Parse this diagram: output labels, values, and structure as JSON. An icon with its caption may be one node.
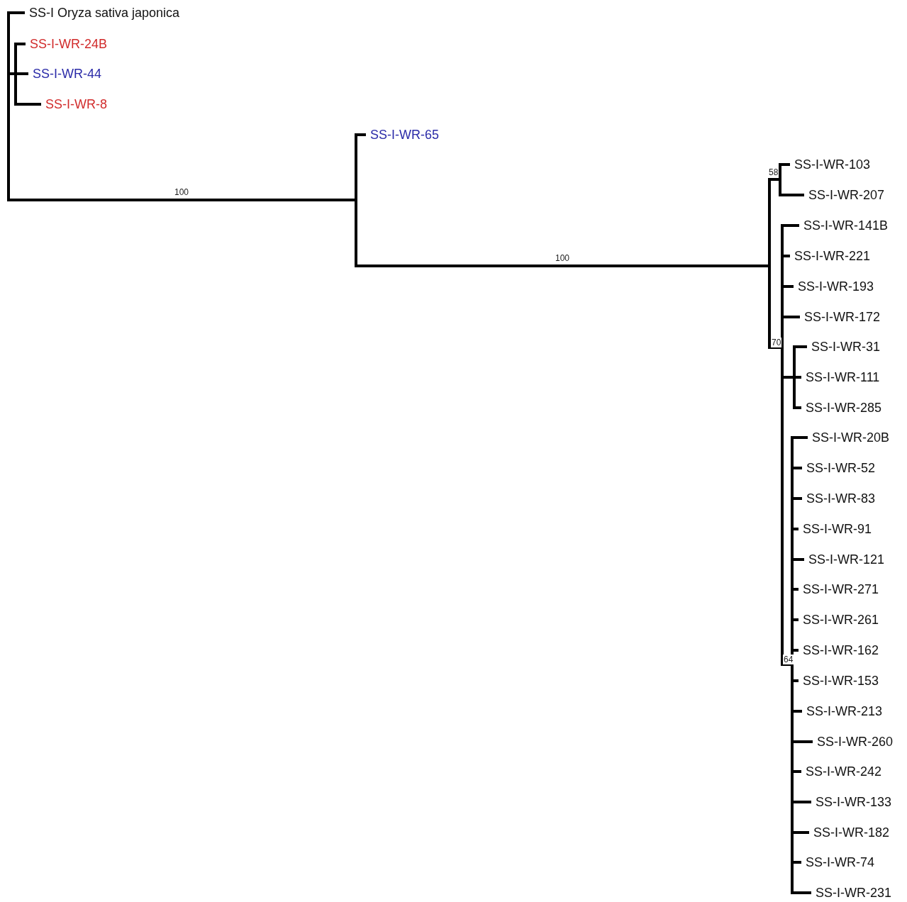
{
  "diagram": {
    "nodes": [
      {
        "text": [],
        "shape": "bar"
      },
      {
        "text": [
          "SS-I Oryza sativa japonica"
        ]
      },
      {
        "text": [],
        "shape": "bar"
      },
      {
        "text": [
          "SS-I-WR-24B"
        ]
      },
      {
        "text": [
          "SS-I-WR-44"
        ]
      },
      {
        "text": [
          "SS-I-WR-8"
        ]
      },
      {
        "text": [],
        "shape": "bar"
      },
      {
        "text": [
          "SS-I-WR-65"
        ]
      },
      {
        "text": [],
        "shape": "bar"
      },
      {
        "text": [],
        "shape": "bar"
      },
      {
        "text": [
          "SS-I-WR-103"
        ]
      },
      {
        "text": [
          "SS-I-WR-207"
        ]
      },
      {
        "text": [],
        "shape": "bar"
      },
      {
        "text": [
          "SS-I-WR-141B"
        ]
      },
      {
        "text": [
          "SS-I-WR-221"
        ]
      },
      {
        "text": [
          "SS-I-WR-193"
        ]
      },
      {
        "text": [
          "SS-I-WR-172"
        ]
      },
      {
        "text": [],
        "shape": "bar"
      },
      {
        "text": [
          "SS-I-WR-31"
        ]
      },
      {
        "text": [
          "SS-I-WR-111"
        ]
      },
      {
        "text": [
          "SS-I-WR-285"
        ]
      },
      {
        "text": [],
        "shape": "bar"
      },
      {
        "text": [
          "SS-I-WR-20B"
        ]
      },
      {
        "text": [
          "SS-I-WR-52"
        ]
      },
      {
        "text": [
          "SS-I-WR-83"
        ]
      },
      {
        "text": [
          "SS-I-WR-91"
        ]
      },
      {
        "text": [
          "SS-I-WR-121"
        ]
      },
      {
        "text": [
          "SS-I-WR-271"
        ]
      },
      {
        "text": [
          "SS-I-WR-261"
        ]
      },
      {
        "text": [
          "SS-I-WR-162"
        ]
      },
      {
        "text": [
          "SS-I-WR-153"
        ]
      },
      {
        "text": [
          "SS-I-WR-213"
        ]
      },
      {
        "text": [
          "SS-I-WR-260"
        ]
      },
      {
        "text": [
          "SS-I-WR-242"
        ]
      },
      {
        "text": [
          "SS-I-WR-133"
        ]
      },
      {
        "text": [
          "SS-I-WR-182"
        ]
      },
      {
        "text": [
          "SS-I-WR-74"
        ]
      },
      {
        "text": [
          "SS-I-WR-231"
        ]
      }
    ],
    "edges": [
      {
        "from": 0,
        "to": 1,
        "arrow": "none"
      },
      {
        "from": 0,
        "to": 2,
        "arrow": "none"
      },
      {
        "from": 2,
        "to": 3,
        "arrow": "none"
      },
      {
        "from": 2,
        "to": 4,
        "arrow": "none"
      },
      {
        "from": 2,
        "to": 5,
        "arrow": "none"
      },
      {
        "from": 0,
        "to": 6,
        "arrow": "none",
        "label": "100"
      },
      {
        "from": 6,
        "to": 7,
        "arrow": "none"
      },
      {
        "from": 6,
        "to": 8,
        "arrow": "none",
        "label": "100"
      },
      {
        "from": 8,
        "to": 9,
        "arrow": "none",
        "label": "58"
      },
      {
        "from": 9,
        "to": 10,
        "arrow": "none"
      },
      {
        "from": 9,
        "to": 11,
        "arrow": "none"
      },
      {
        "from": 8,
        "to": 12,
        "arrow": "none",
        "label": "70"
      },
      {
        "from": 12,
        "to": 13,
        "arrow": "none"
      },
      {
        "from": 12,
        "to": 14,
        "arrow": "none"
      },
      {
        "from": 12,
        "to": 15,
        "arrow": "none"
      },
      {
        "from": 12,
        "to": 16,
        "arrow": "none"
      },
      {
        "from": 12,
        "to": 17,
        "arrow": "none"
      },
      {
        "from": 17,
        "to": 18,
        "arrow": "none"
      },
      {
        "from": 17,
        "to": 19,
        "arrow": "none"
      },
      {
        "from": 17,
        "to": 20,
        "arrow": "none"
      },
      {
        "from": 12,
        "to": 21,
        "arrow": "none",
        "label": "64"
      },
      {
        "from": 21,
        "to": 22,
        "arrow": "none"
      },
      {
        "from": 21,
        "to": 23,
        "arrow": "none"
      },
      {
        "from": 21,
        "to": 24,
        "arrow": "none"
      },
      {
        "from": 21,
        "to": 25,
        "arrow": "none"
      },
      {
        "from": 21,
        "to": 26,
        "arrow": "none"
      },
      {
        "from": 21,
        "to": 27,
        "arrow": "none"
      },
      {
        "from": 21,
        "to": 28,
        "arrow": "none"
      },
      {
        "from": 21,
        "to": 29,
        "arrow": "none"
      },
      {
        "from": 21,
        "to": 30,
        "arrow": "none"
      },
      {
        "from": 21,
        "to": 31,
        "arrow": "none"
      },
      {
        "from": 21,
        "to": 32,
        "arrow": "none"
      },
      {
        "from": 21,
        "to": 33,
        "arrow": "none"
      },
      {
        "from": 21,
        "to": 34,
        "arrow": "none"
      },
      {
        "from": 21,
        "to": 35,
        "arrow": "none"
      },
      {
        "from": 21,
        "to": 36,
        "arrow": "none"
      },
      {
        "from": 21,
        "to": 37,
        "arrow": "none"
      }
    ]
  }
}
